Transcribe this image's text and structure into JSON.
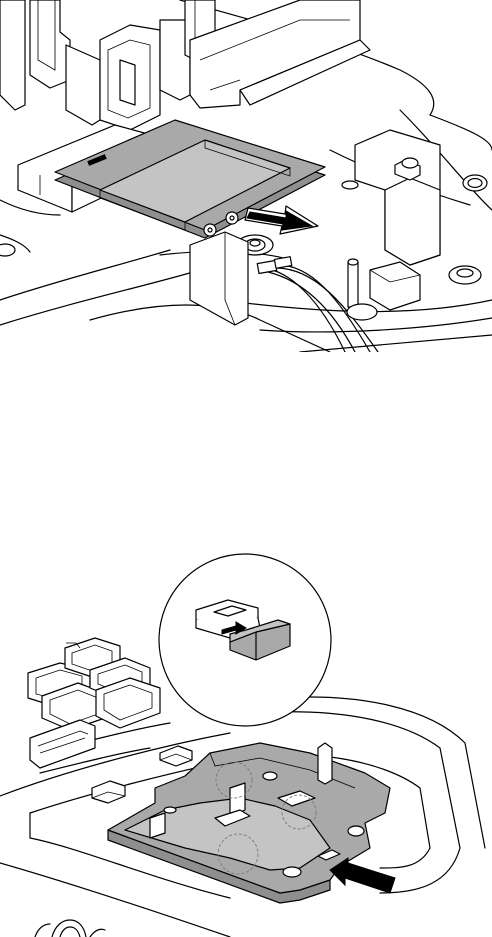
{
  "figures": [
    {
      "id": "wifi-card-removal",
      "arrow_direction": "right",
      "colors": {
        "highlight": "#a9a9a9",
        "arrow": "#000000"
      }
    },
    {
      "id": "bracket-installation",
      "arrow_direction": "left",
      "colors": {
        "highlight": "#a9a9a9",
        "arrow": "#000000"
      }
    }
  ]
}
